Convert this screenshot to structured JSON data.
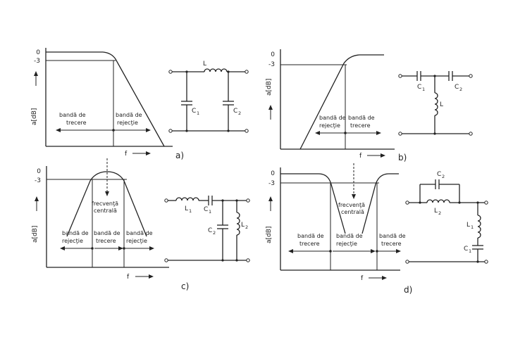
{
  "header_text": "",
  "panels": {
    "a": {
      "tag": "a)",
      "y_axis": "a[dB]",
      "x_axis": "f",
      "tick_0": "0",
      "tick_3": "-3",
      "band_pass_1": "bandă de",
      "band_pass_2": "trecere",
      "band_stop_1": "bandă de",
      "band_stop_2": "rejecţie",
      "comp_L": "L",
      "comp_C1": "C",
      "comp_C1_sub": "1",
      "comp_C2": "C",
      "comp_C2_sub": "2"
    },
    "b": {
      "tag": "b)",
      "y_axis": "a[dB]",
      "x_axis": "f",
      "tick_0": "0",
      "tick_3": "-3",
      "band_stop_1": "bandă de",
      "band_stop_2": "rejecţie",
      "band_pass_1": "bandă de",
      "band_pass_2": "trecere",
      "comp_C1": "C",
      "comp_C1_sub": "1",
      "comp_C2": "C",
      "comp_C2_sub": "2",
      "comp_L": "L"
    },
    "c": {
      "tag": "c)",
      "y_axis": "a[dB]",
      "x_axis": "f",
      "tick_0": "0",
      "tick_3": "-3",
      "center_1": "frecvenţă",
      "center_2": "centrală",
      "band_stop_left_1": "bandă de",
      "band_stop_left_2": "rejecţie",
      "band_pass_1": "bandă de",
      "band_pass_2": "trecere",
      "band_stop_right_1": "bandă de",
      "band_stop_right_2": "rejecţie",
      "comp_L1": "L",
      "comp_L1_sub": "1",
      "comp_C1": "C",
      "comp_C1_sub": "1",
      "comp_C2": "C",
      "comp_C2_sub": "2",
      "comp_L2": "L",
      "comp_L2_sub": "2"
    },
    "d": {
      "tag": "d)",
      "y_axis": "a[dB]",
      "x_axis": "f",
      "tick_0": "0",
      "tick_3": "-3",
      "center_1": "frecvenţă",
      "center_2": "centrală",
      "band_pass_left_1": "bandă de",
      "band_pass_left_2": "trecere",
      "band_stop_1": "bandă de",
      "band_stop_2": "rejecţie",
      "band_pass_right_1": "bandă de",
      "band_pass_right_2": "trecere",
      "comp_C2": "C",
      "comp_C2_sub": "2",
      "comp_L2": "L",
      "comp_L2_sub": "2",
      "comp_L1": "L",
      "comp_L1_sub": "1",
      "comp_C1": "C",
      "comp_C1_sub": "1"
    }
  },
  "colors": {
    "ink": "#222222",
    "paper": "#ffffff"
  }
}
